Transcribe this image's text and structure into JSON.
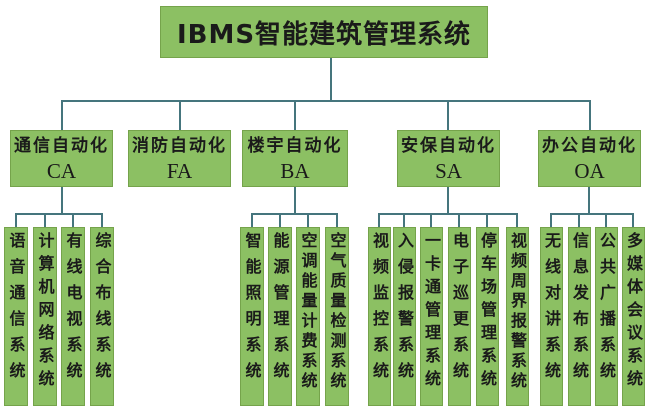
{
  "diagram_title": "IBMS智能建筑管理系统",
  "colors": {
    "node_fill": "#8cc063",
    "node_border": "#75a34b",
    "connector_line": "#45757d",
    "text": "#1a1a1a",
    "background": "#ffffff"
  },
  "level2": [
    {
      "name": "通信自动化",
      "abbr": "CA"
    },
    {
      "name": "消防自动化",
      "abbr": "FA"
    },
    {
      "name": "楼宇自动化",
      "abbr": "BA"
    },
    {
      "name": "安保自动化",
      "abbr": "SA"
    },
    {
      "name": "办公自动化",
      "abbr": "OA"
    }
  ],
  "level3": {
    "ca": [
      "语音通信系统",
      "计算机网络系统",
      "有线电视系统",
      "综合布线系统"
    ],
    "ba": [
      "智能照明系统",
      "能源管理系统",
      "空调能量计费系统",
      "空气质量检测系统"
    ],
    "sa": [
      "视频监控系统",
      "入侵报警系统",
      "一卡通管理系统",
      "电子巡更系统",
      "停车场管理系统",
      "视频周界报警系统"
    ],
    "oa": [
      "无线对讲系统",
      "信息发布系统",
      "公共广播系统",
      "多媒体会议系统"
    ]
  }
}
